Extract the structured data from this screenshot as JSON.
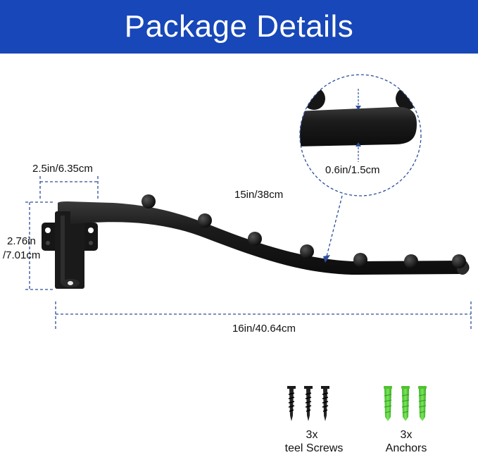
{
  "header": {
    "title": "Package Details"
  },
  "dimensions": {
    "bracket_width": "2.5in/6.35cm",
    "bracket_height_line1": "2.76in",
    "bracket_height_line2": "/7.01cm",
    "arm_length": "15in/38cm",
    "tube_diameter": "0.6in/1.5cm",
    "total_length": "16in/40.64cm"
  },
  "accessories": [
    {
      "quantity": "3x",
      "name": "teel Screws",
      "icon": "screw-icon"
    },
    {
      "quantity": "3x",
      "name": "Anchors",
      "icon": "anchor-icon"
    }
  ],
  "colors": {
    "banner": "#1747b8",
    "product": "#1a1a1a",
    "dimension_line": "#2b4f9a",
    "anchor": "#5fd33a"
  }
}
